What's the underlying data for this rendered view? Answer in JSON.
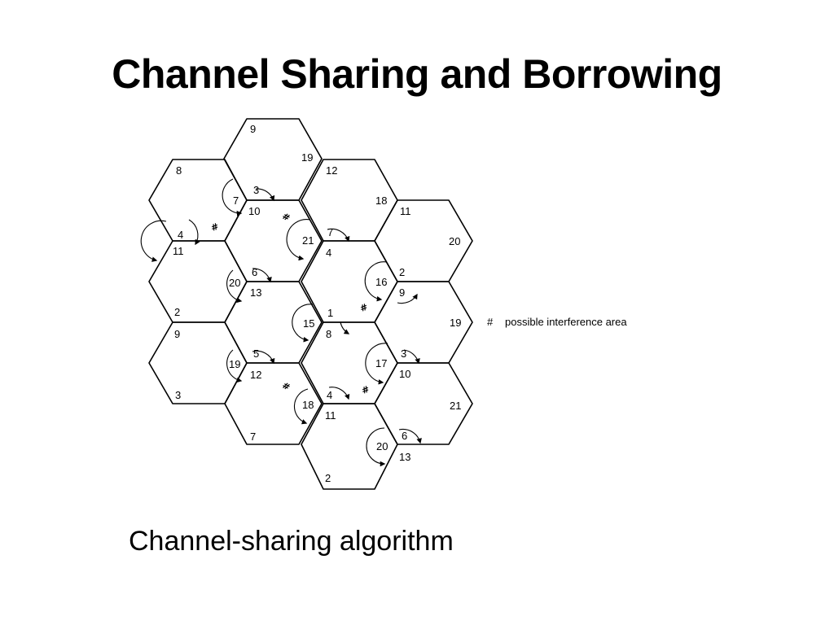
{
  "slide": {
    "title": "Channel Sharing and Borrowing",
    "caption": "Channel-sharing algorithm"
  },
  "diagram": {
    "legend": {
      "symbol": "#",
      "text": "possible interference area"
    },
    "interference_mark": "#",
    "cell_labels": [
      "9",
      "19",
      "12",
      "8",
      "7",
      "3",
      "10",
      "18",
      "11",
      "4",
      "11",
      "21",
      "7",
      "4",
      "20",
      "6",
      "13",
      "16",
      "2",
      "9",
      "20",
      "2",
      "9",
      "1",
      "15",
      "8",
      "19",
      "19",
      "5",
      "12",
      "17",
      "3",
      "10",
      "3",
      "18",
      "4",
      "11",
      "21",
      "7",
      "20",
      "6",
      "13",
      "2"
    ]
  }
}
